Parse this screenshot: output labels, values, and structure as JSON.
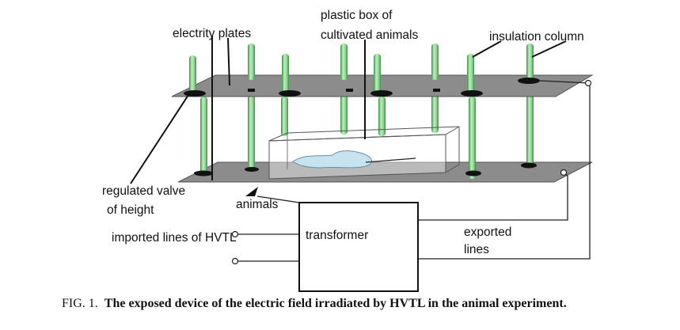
{
  "labels": {
    "electrity_plates": "electrity plates",
    "plastic_box_line1": "plastic box of",
    "plastic_box_line2": "cultivated animals",
    "insulation_column": "insulation column",
    "regulated_valve_line1": "regulated valve",
    "regulated_valve_line2": "of height",
    "animals": "animals",
    "imported_lines": "imported lines of HVTL",
    "transformer": "transformer",
    "exported_line1": "exported",
    "exported_line2": "lines"
  },
  "caption": {
    "prefix": "FIG. 1.",
    "text": "The exposed device of the electric field irradiated by HVTL in the animal experiment."
  },
  "colors": {
    "plate": "#8c8c8c",
    "column": "#9fe3a2",
    "column_edge": "#3f8a45",
    "valve": "#111111",
    "box_water": "#c6e3ef"
  }
}
